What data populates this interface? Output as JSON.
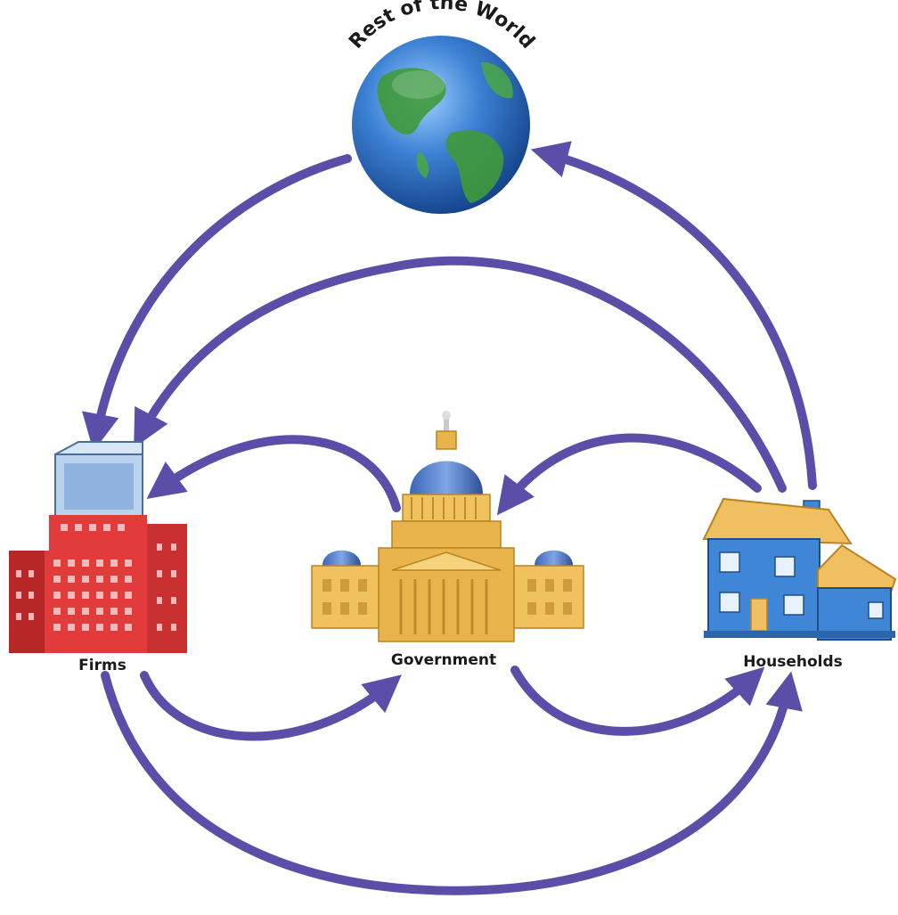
{
  "diagram": {
    "nodes": {
      "world": {
        "label": "Rest of the World",
        "icon": "globe-icon"
      },
      "firms": {
        "label": "Firms",
        "icon": "office-building-icon"
      },
      "government": {
        "label": "Government",
        "icon": "capitol-building-icon"
      },
      "households": {
        "label": "Households",
        "icon": "house-icon"
      }
    },
    "flows": [
      {
        "from": "world",
        "to": "firms"
      },
      {
        "from": "households",
        "to": "world"
      },
      {
        "from": "households",
        "to": "firms"
      },
      {
        "from": "government",
        "to": "firms"
      },
      {
        "from": "households",
        "to": "government"
      },
      {
        "from": "firms",
        "to": "government"
      },
      {
        "from": "government",
        "to": "households"
      },
      {
        "from": "firms",
        "to": "households"
      }
    ],
    "colors": {
      "arrow": "#5b4ea8",
      "globe_ocean": "#2f6fc4",
      "globe_land": "#3f9a3a",
      "firms_building": "#e23b3b",
      "government_building": "#e9b44c",
      "household_house": "#3f86d6",
      "household_roof": "#f0c060"
    }
  }
}
